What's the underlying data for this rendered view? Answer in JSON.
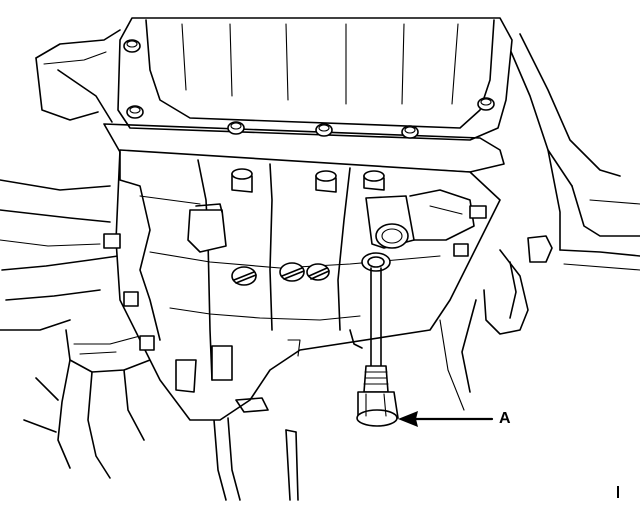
{
  "callout": {
    "label": "A"
  },
  "icons": {
    "drain_plug": "drain-plug-bolt",
    "washer": "sealing-washer",
    "arrow": "callout-arrow"
  }
}
